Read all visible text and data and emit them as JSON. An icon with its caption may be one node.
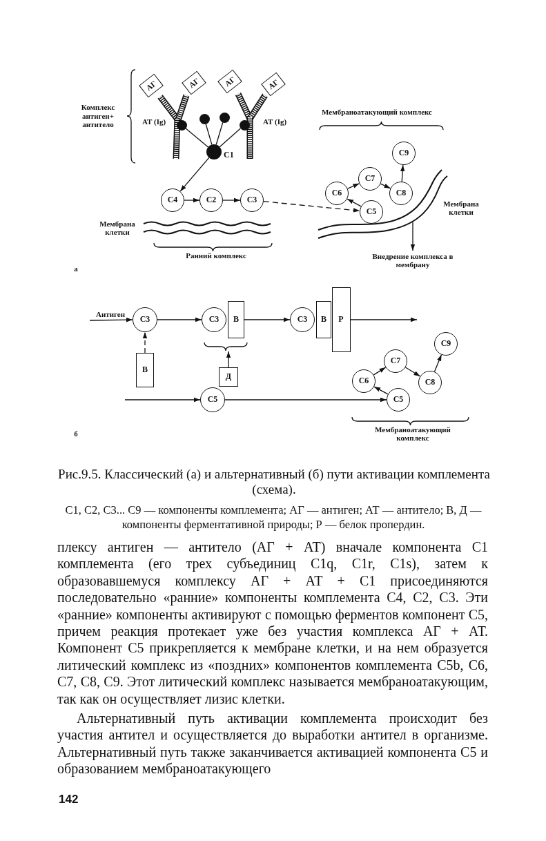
{
  "diagram": {
    "caption": "Рис.9.5. Классический (а) и альтернативный (б) пути активации комплемента (схема).",
    "nodes": [
      {
        "text": [
          "АГ"
        ]
      },
      {
        "text": [
          "АГ"
        ]
      },
      {
        "text": [
          "АГ"
        ]
      },
      {
        "text": [
          "АГ"
        ]
      },
      {
        "text": [],
        "shape": "circle"
      },
      {
        "text": [],
        "shape": "circle"
      },
      {
        "text": [],
        "shape": "circle"
      },
      {
        "text": [],
        "shape": "circle"
      },
      {
        "text": [],
        "shape": "circle",
        "beside": [
          "C1"
        ]
      },
      {
        "text": [
          "C4"
        ]
      },
      {
        "text": [
          "C2"
        ]
      },
      {
        "text": [
          "C3"
        ]
      },
      {
        "text": [
          "C9"
        ]
      },
      {
        "text": [
          "C7"
        ]
      },
      {
        "text": [
          "C6"
        ]
      },
      {
        "text": [
          "C8"
        ]
      },
      {
        "text": [
          "C5"
        ]
      },
      {
        "text": [
          "Внедрение комплекса в мембрану"
        ]
      },
      {
        "text": [
          "Антиген"
        ]
      },
      {
        "text": [
          "C3"
        ]
      },
      {
        "text": [
          "C3"
        ]
      },
      {
        "text": [
          "В"
        ]
      },
      {
        "text": [
          "C3"
        ]
      },
      {
        "text": [
          "В"
        ]
      },
      {
        "text": [
          "Р"
        ]
      },
      {
        "text": [
          "C9"
        ]
      },
      {
        "text": [
          "C7"
        ]
      },
      {
        "text": [
          "В"
        ]
      },
      {
        "text": [
          "Д"
        ]
      },
      {
        "text": [
          "C6"
        ]
      },
      {
        "text": [
          "C8"
        ]
      },
      {
        "text": [
          "C5"
        ]
      },
      {
        "text": [
          "C5"
        ]
      }
    ],
    "edges": [
      {
        "from": 8,
        "to": 4,
        "arrow": "none"
      },
      {
        "from": 8,
        "to": 5,
        "arrow": "none"
      },
      {
        "from": 8,
        "to": 6,
        "arrow": "none"
      },
      {
        "from": 8,
        "to": 7,
        "arrow": "none"
      },
      {
        "from": 8,
        "to": 9,
        "arrow": "to"
      },
      {
        "from": 9,
        "to": 10,
        "arrow": "to"
      },
      {
        "from": 10,
        "to": 11,
        "arrow": "to"
      },
      {
        "from": 11,
        "to": 16,
        "arrow": "to",
        "style": "dashed"
      },
      {
        "from": 16,
        "to": 14,
        "arrow": "to"
      },
      {
        "from": 14,
        "to": 13,
        "arrow": "to"
      },
      {
        "from": 13,
        "to": 15,
        "arrow": "to"
      },
      {
        "from": 15,
        "to": 12,
        "arrow": "to"
      },
      {
        "from": null,
        "to": 17,
        "arrow": "to"
      },
      {
        "from": 18,
        "to": 19,
        "arrow": "to"
      },
      {
        "from": 19,
        "to": 20,
        "arrow": "to"
      },
      {
        "from": 21,
        "to": 22,
        "arrow": "to"
      },
      {
        "from": 24,
        "to": null,
        "arrow": "to"
      },
      {
        "from": 27,
        "to": 19,
        "arrow": "to",
        "style": "dashed"
      },
      {
        "from": 28,
        "to": null,
        "arrow": "to"
      },
      {
        "from": null,
        "to": 31,
        "arrow": "to"
      },
      {
        "from": 31,
        "to": 32,
        "arrow": "to"
      },
      {
        "from": 32,
        "to": 29,
        "arrow": "to"
      },
      {
        "from": 29,
        "to": 26,
        "arrow": "to"
      },
      {
        "from": 26,
        "to": 30,
        "arrow": "to"
      },
      {
        "from": 30,
        "to": 25,
        "arrow": "to"
      }
    ],
    "labels": [
      "Комплекс антиген+ антитело",
      "АТ (Ig)",
      "АТ (Ig)",
      "Мембраноатакующий комплекс",
      "Мембрана клетки",
      "Мембрана клетки",
      "Ранний комплекс",
      "а",
      "б",
      "Мембраноатакующий комплекс",
      "C1, C2, C3... C9 — компоненты комплемента; АГ — антиген; АТ — антитело; В, Д — компоненты ферментативной природы; Р — белок пропердин.",
      "плексу антиген — антитело (АГ + АТ) вначале компонента C1 комплемента (его трех субъединиц C1q, C1r, C1s), затем к образовавшемуся комплексу АГ + АТ + C1 присоединяются последовательно «ранние» компоненты комплемента C4, C2, C3. Эти «ранние» компоненты активируют с помощью ферментов компонент C5, причем реакция протекает уже без участия комплекса АГ + АТ. Компонент C5 прикрепляется к мембране клетки, и на нем образуется литический комплекс из «поздних» компонентов комплемента C5b, C6, C7, C8, C9. Этот литический комплекс называется мембраноатакующим, так как он осуществляет лизис клетки.",
      "Альтернативный путь активации комплемента происходит без участия антител и осуществляется до выработки антител в организме. Альтернативный путь также заканчивается активацией компонента C5 и образованием мембраноатакующего",
      "142"
    ]
  }
}
